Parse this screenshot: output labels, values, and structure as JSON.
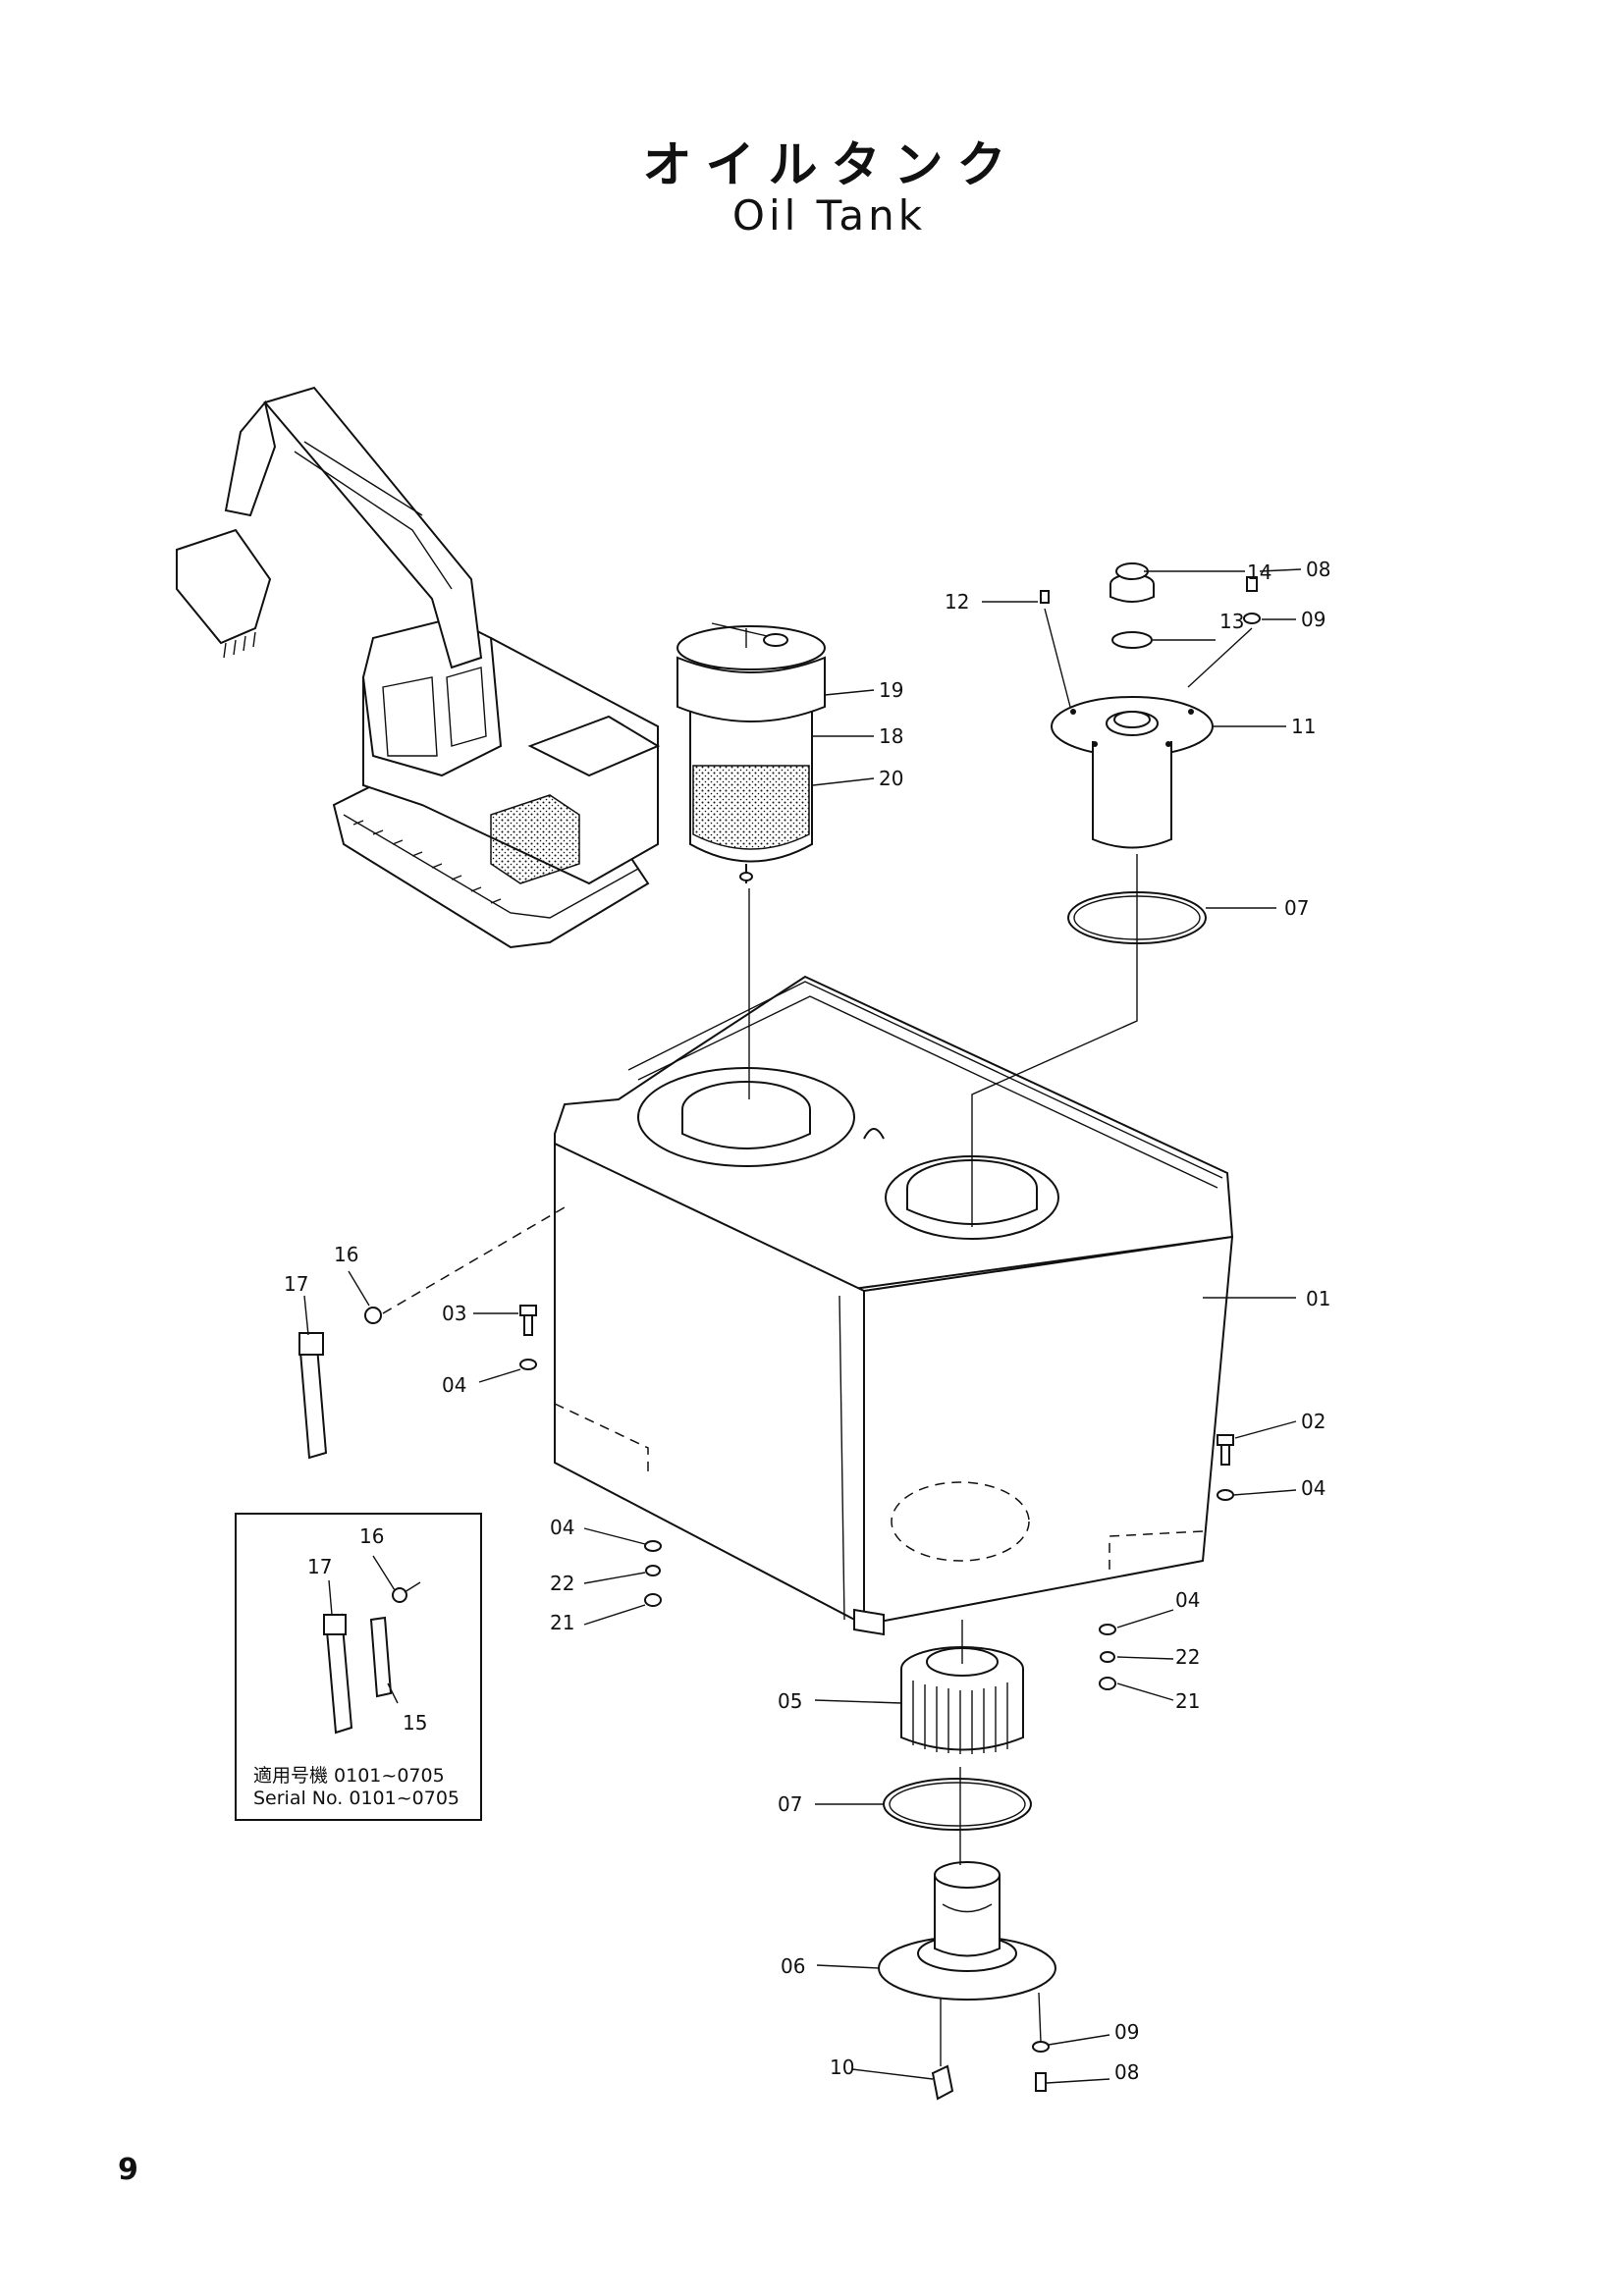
{
  "title_jp": "オイルタンク",
  "title_en": "Oil Tank",
  "page_number": "9",
  "inset": {
    "serial_jp": "適用号機 0101~0705",
    "serial_en": "Serial No. 0101~0705"
  },
  "callouts": {
    "c01": "01",
    "c02": "02",
    "c03": "03",
    "c04_left": "04",
    "c04_right_upper": "04",
    "c04_center": "04",
    "c04_right_lower": "04",
    "c05": "05",
    "c06": "06",
    "c07_top": "07",
    "c07_bottom": "07",
    "c08_top": "08",
    "c08_bottom": "08",
    "c09_top": "09",
    "c09_bottom": "09",
    "c10": "10",
    "c11": "11",
    "c12": "12",
    "c13": "13",
    "c14": "14",
    "c15": "15",
    "c16_main": "16",
    "c16_inset": "16",
    "c17_main": "17",
    "c17_inset": "17",
    "c18": "18",
    "c19": "19",
    "c20": "20",
    "c21_center": "21",
    "c21_right": "21",
    "c22_center": "22",
    "c22_right": "22"
  }
}
